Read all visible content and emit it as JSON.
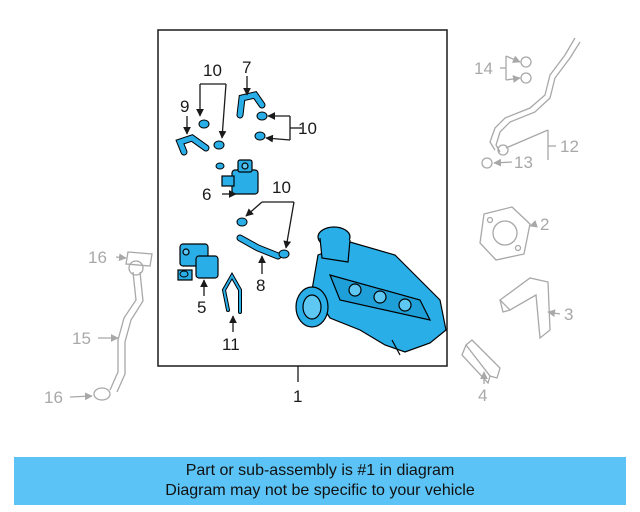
{
  "callouts": {
    "c1": "1",
    "c2": "2",
    "c3": "3",
    "c4": "4",
    "c5": "5",
    "c6": "6",
    "c7": "7",
    "c8": "8",
    "c9": "9",
    "c10a": "10",
    "c10b": "10",
    "c10c": "10",
    "c11": "11",
    "c12": "12",
    "c13": "13",
    "c14": "14",
    "c15": "15",
    "c16a": "16",
    "c16b": "16"
  },
  "banner": {
    "line1": "Part or sub-assembly is #1 in diagram",
    "line2": "Diagram may not be specific to your vehicle"
  },
  "colors": {
    "part_fill": "#29aee8",
    "part_outline": "#000000",
    "ghost_outline": "#a8a8a8",
    "banner_bg": "#5bc3f5"
  }
}
